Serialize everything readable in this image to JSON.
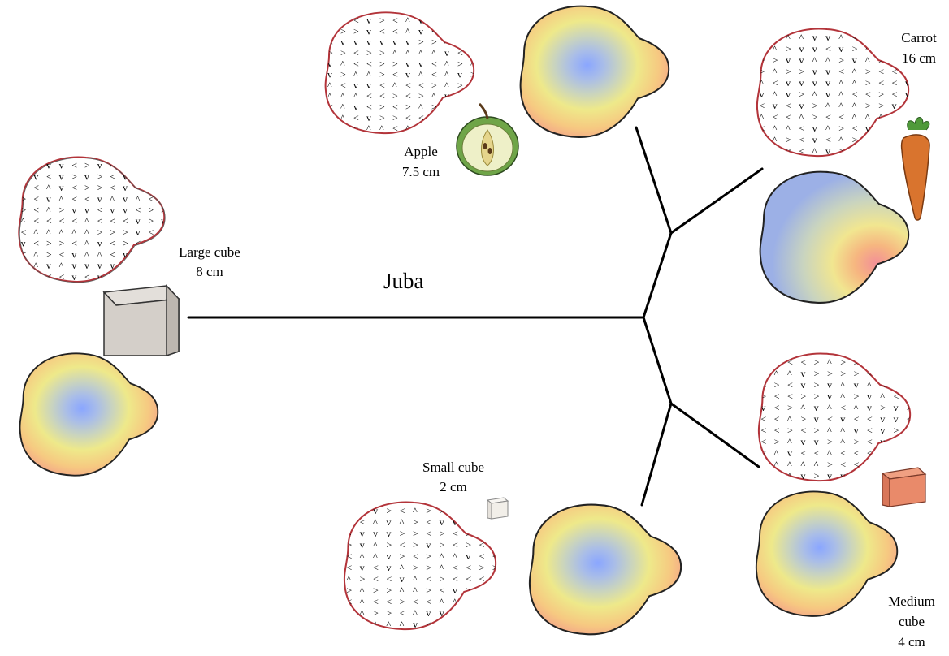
{
  "root_label": "Juba",
  "stimuli": [
    {
      "id": "large-cube",
      "name": "Large cube",
      "size": "8 cm",
      "icon": "cube-icon",
      "color": "#d8d4cf"
    },
    {
      "id": "apple",
      "name": "Apple",
      "size": "7.5 cm",
      "icon": "apple-icon",
      "color": "#8fbf6a"
    },
    {
      "id": "carrot",
      "name": "Carrot",
      "size": "16 cm",
      "icon": "carrot-icon",
      "color": "#d9742e"
    },
    {
      "id": "small-cube",
      "name": "Small cube",
      "size": "2 cm",
      "icon": "cube-icon",
      "color": "#f2efe9"
    },
    {
      "id": "medium-cube",
      "name": "Medium",
      "name_line2": "cube",
      "size": "4 cm",
      "icon": "cube-icon",
      "color": "#e98a6a"
    }
  ],
  "colors": {
    "outline_red": "#b3343a",
    "vector_gray": "#555555",
    "heat_low": "#8fa8ff",
    "heat_mid": "#f2ec86",
    "heat_high": "#f08a8a"
  }
}
